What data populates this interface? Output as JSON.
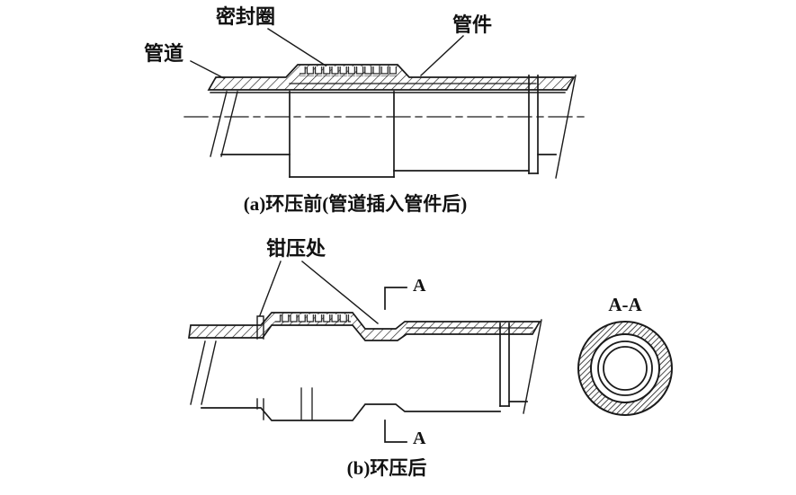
{
  "colors": {
    "background": "#ffffff",
    "line": "#1a1a1a"
  },
  "figure_a": {
    "labels": {
      "sealing_ring": "密封圈",
      "pipe_fitting": "管件",
      "pipe": "管道"
    },
    "caption": "(a)环压前(管道插入管件后)"
  },
  "figure_b": {
    "labels": {
      "crimp_point": "钳压处",
      "section_top": "A",
      "section_bottom": "A",
      "section_view": "A-A"
    },
    "caption": "(b)环压后"
  }
}
